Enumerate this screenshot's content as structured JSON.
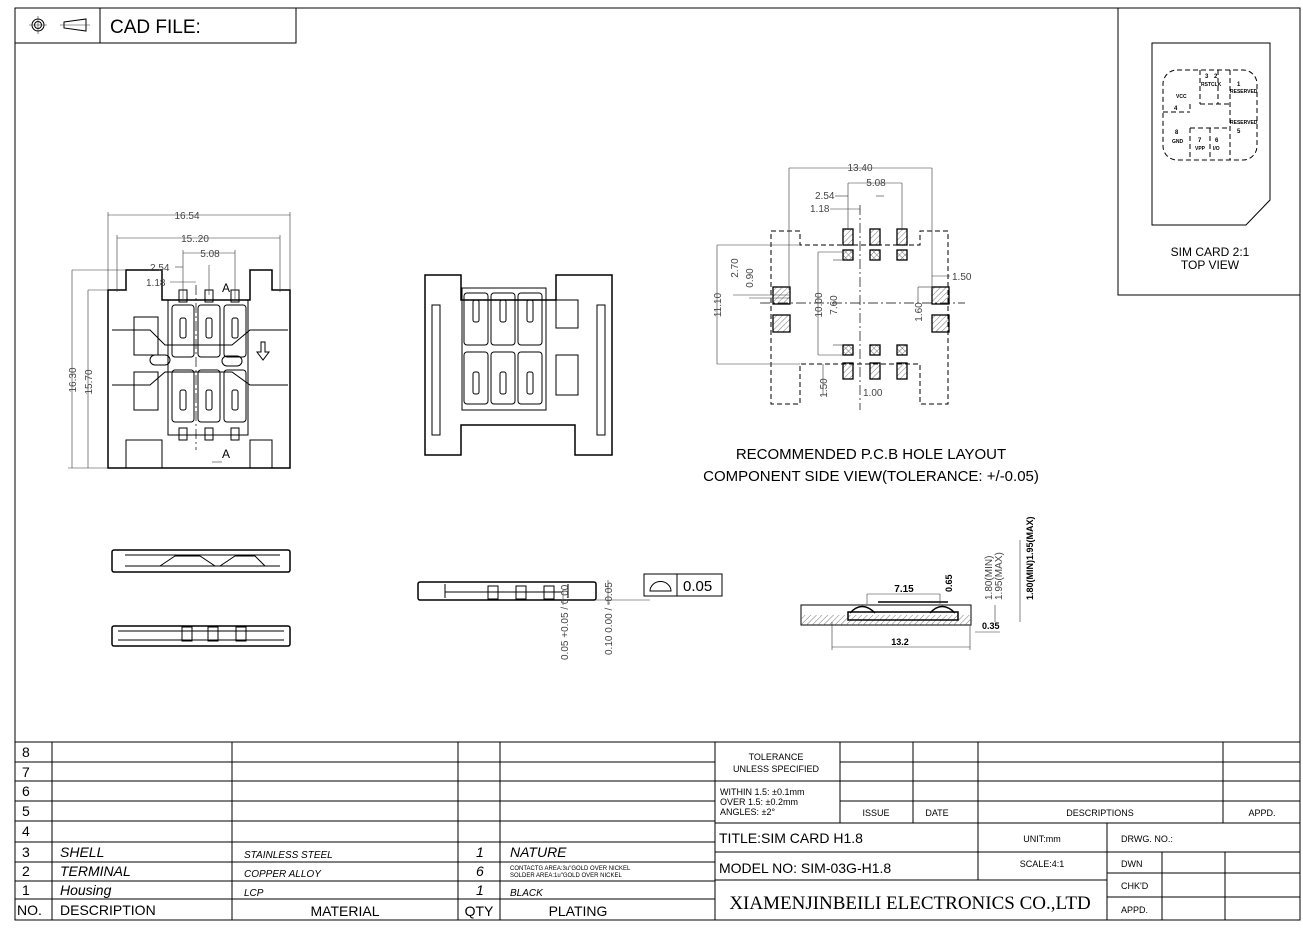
{
  "header": {
    "cad_file_label": "CAD FILE:",
    "projection_symbol": "third-angle-projection-icon"
  },
  "sim_card": {
    "caption": "SIM CARD 2:1",
    "subcaption": "TOP VIEW",
    "contacts": [
      {
        "num": "4",
        "name": "VCC"
      },
      {
        "num": "3",
        "name": "RST"
      },
      {
        "num": "2",
        "name": "CLK"
      },
      {
        "num": "1",
        "name": "RESERVED"
      },
      {
        "num": "8",
        "name": "GND"
      },
      {
        "num": "7",
        "name": "VPP"
      },
      {
        "num": "6",
        "name": "I/O"
      },
      {
        "num": "5",
        "name": "RESERVED"
      }
    ]
  },
  "top_view": {
    "dims": [
      "16.54",
      "15..20",
      "5.08",
      "2.54",
      "1.18",
      "16.30",
      "15.70"
    ],
    "section_label": "A"
  },
  "pcb_layout": {
    "dims": [
      "13.40",
      "5.08",
      "2.54",
      "1.18",
      "1.50",
      "11.10",
      "2.70",
      "0.90",
      "10.00",
      "7.60",
      "1.60",
      "1.50",
      "1.00"
    ],
    "title_line1": "RECOMMENDED P.C.B HOLE LAYOUT",
    "title_line2": "COMPONENT SIDE VIEW(TOLERANCE: +/-0.05)"
  },
  "front_view": {
    "flatness_value": "0.05",
    "dim_a": "0.05 +0.05 / 0.00",
    "dim_b": "0.10 0.00 / -0.05"
  },
  "section_view": {
    "dims": [
      "7.15",
      "0.65",
      "1.80(MIN)",
      "1.95(MAX)",
      "1.80(MIN)1.95(MAX)",
      "0.35",
      "13.2"
    ]
  },
  "bom": {
    "headers": {
      "no": "NO.",
      "description": "DESCRIPTION",
      "material": "MATERIAL",
      "qty": "QTY",
      "plating": "PLATING"
    },
    "rows": [
      {
        "no": "8",
        "description": "",
        "material": "",
        "qty": "",
        "plating": ""
      },
      {
        "no": "7",
        "description": "",
        "material": "",
        "qty": "",
        "plating": ""
      },
      {
        "no": "6",
        "description": "",
        "material": "",
        "qty": "",
        "plating": ""
      },
      {
        "no": "5",
        "description": "",
        "material": "",
        "qty": "",
        "plating": ""
      },
      {
        "no": "4",
        "description": "",
        "material": "",
        "qty": "",
        "plating": ""
      },
      {
        "no": "3",
        "description": "SHELL",
        "material": "STAINLESS STEEL",
        "qty": "1",
        "plating": "NATURE"
      },
      {
        "no": "2",
        "description": "TERMINAL",
        "material": "COPPER ALLOY",
        "qty": "6",
        "plating": "CONTACTG AREA:3u\"GOLD OVER NICKEL",
        "plating2": "SOLDER AREA:1u\"GOLD OVER NICKEL"
      },
      {
        "no": "1",
        "description": "Housing",
        "material": "LCP",
        "qty": "1",
        "plating": "BLACK"
      }
    ]
  },
  "title_block": {
    "tolerance_1": "TOLERANCE",
    "tolerance_2": "UNLESS SPECIFIED",
    "within": "WITHIN 1.5: ±0.1mm",
    "over": "OVER 1.5:  ±0.2mm",
    "angles": "ANGLES: ±2°",
    "issue": "ISSUE",
    "date": "DATE",
    "descriptions": "DESCRIPTIONS",
    "appd": "APPD.",
    "title": "TITLE:SIM CARD H1.8",
    "unit": "UNIT:mm",
    "drwg_no": "DRWG. NO.:",
    "model": "MODEL NO: SIM-03G-H1.8",
    "scale": "SCALE:4:1",
    "dwn": "DWN",
    "chkd": "CHK'D",
    "appd2": "APPD.",
    "company": "XIAMENJINBEILI ELECTRONICS CO.,LTD"
  }
}
